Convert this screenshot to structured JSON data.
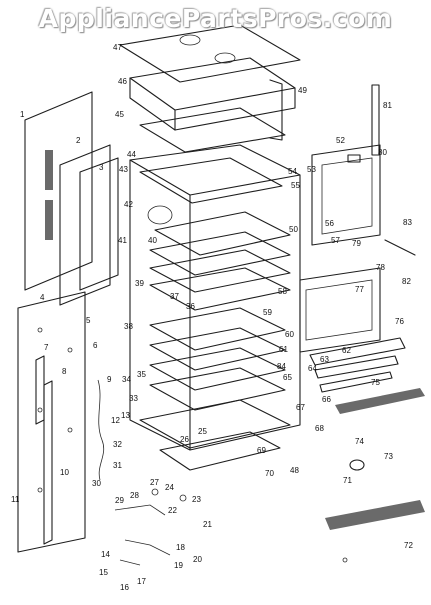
{
  "watermark": "AppliancePartsPros.com",
  "callouts": [
    "1",
    "2",
    "3",
    "4",
    "5",
    "6",
    "7",
    "8",
    "9",
    "10",
    "11",
    "12",
    "13",
    "14",
    "15",
    "16",
    "17",
    "18",
    "19",
    "20",
    "21",
    "22",
    "23",
    "24",
    "25",
    "26",
    "27",
    "28",
    "29",
    "30",
    "31",
    "32",
    "33",
    "34",
    "35",
    "36",
    "37",
    "38",
    "39",
    "40",
    "41",
    "42",
    "43",
    "44",
    "45",
    "46",
    "47",
    "48",
    "49",
    "50",
    "52",
    "53",
    "54",
    "55",
    "56",
    "57",
    "58",
    "59",
    "60",
    "61",
    "62",
    "63",
    "64",
    "65",
    "66",
    "67",
    "68",
    "69",
    "70",
    "71",
    "72",
    "73",
    "74",
    "75",
    "76",
    "77",
    "78",
    "79",
    "80",
    "81",
    "82",
    "83",
    "84"
  ]
}
